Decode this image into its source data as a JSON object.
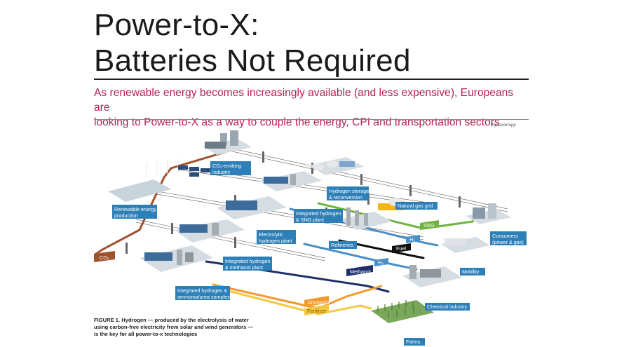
{
  "header": {
    "title_line1": "Power-to-X:",
    "title_line2": "Batteries Not Required",
    "subtitle_line1": "As renewable energy becomes increasingly available (and less expensive), Europeans are",
    "subtitle_line2": "looking to Power-to-X as a way to couple the energy, CPI and transportation sectors",
    "credit": "thyssenkrupp"
  },
  "diagram": {
    "labels": {
      "co2_industry_1": "CO₂-emitting",
      "co2_industry_2": "industry",
      "renewable_1": "Renewable energy",
      "renewable_2": "production",
      "h2_storage_1": "Hydrogen storage",
      "h2_storage_2": "& reconversion",
      "snG_plant_1": "Integrated hydrogen",
      "snG_plant_2": "& SNG plant",
      "nat_gas": "Natural gas grid",
      "electrolytic_1": "Electrolytic",
      "electrolytic_2": "hydrogen plant",
      "refineries": "Refineries",
      "consumers_1": "Consumers",
      "consumers_2": "(power & gas)",
      "methanol_plant_1": "Integrated hydrogen",
      "methanol_plant_2": "& methanol plant",
      "mobility": "Mobility",
      "ammonia_1": "Integrated hydrogen &",
      "ammonia_2": "ammonia/urea complex",
      "chemical": "Chemical industry",
      "farms": "Farms"
    },
    "streams": {
      "co2": "CO₂",
      "sng": "SNG",
      "h2_a": "H₂",
      "fuel": "Fuel",
      "h2_b": "H₂",
      "methanol": "Methanol",
      "ammonia": "Ammonia",
      "fertilizer": "Fertilizer"
    }
  },
  "caption": {
    "figure": "FIGURE 1.",
    "text": "Hydrogen — produced by the electrolysis of water using carbon-free electricity from solar and wind generators — is the key for all power-to-x technologies"
  },
  "colors": {
    "subtitle": "#b5234f",
    "label_box": "#2d7fb8",
    "co2_pipe": "#a0522d",
    "sng_pipe": "#6fb43f",
    "h2_pipe": "#4a90c8",
    "methanol_pipe": "#1d2f6b",
    "fuel_pipe": "#111111",
    "ammonia_pipe": "#f29a2e",
    "fertilizer_pipe": "#f5c842"
  }
}
